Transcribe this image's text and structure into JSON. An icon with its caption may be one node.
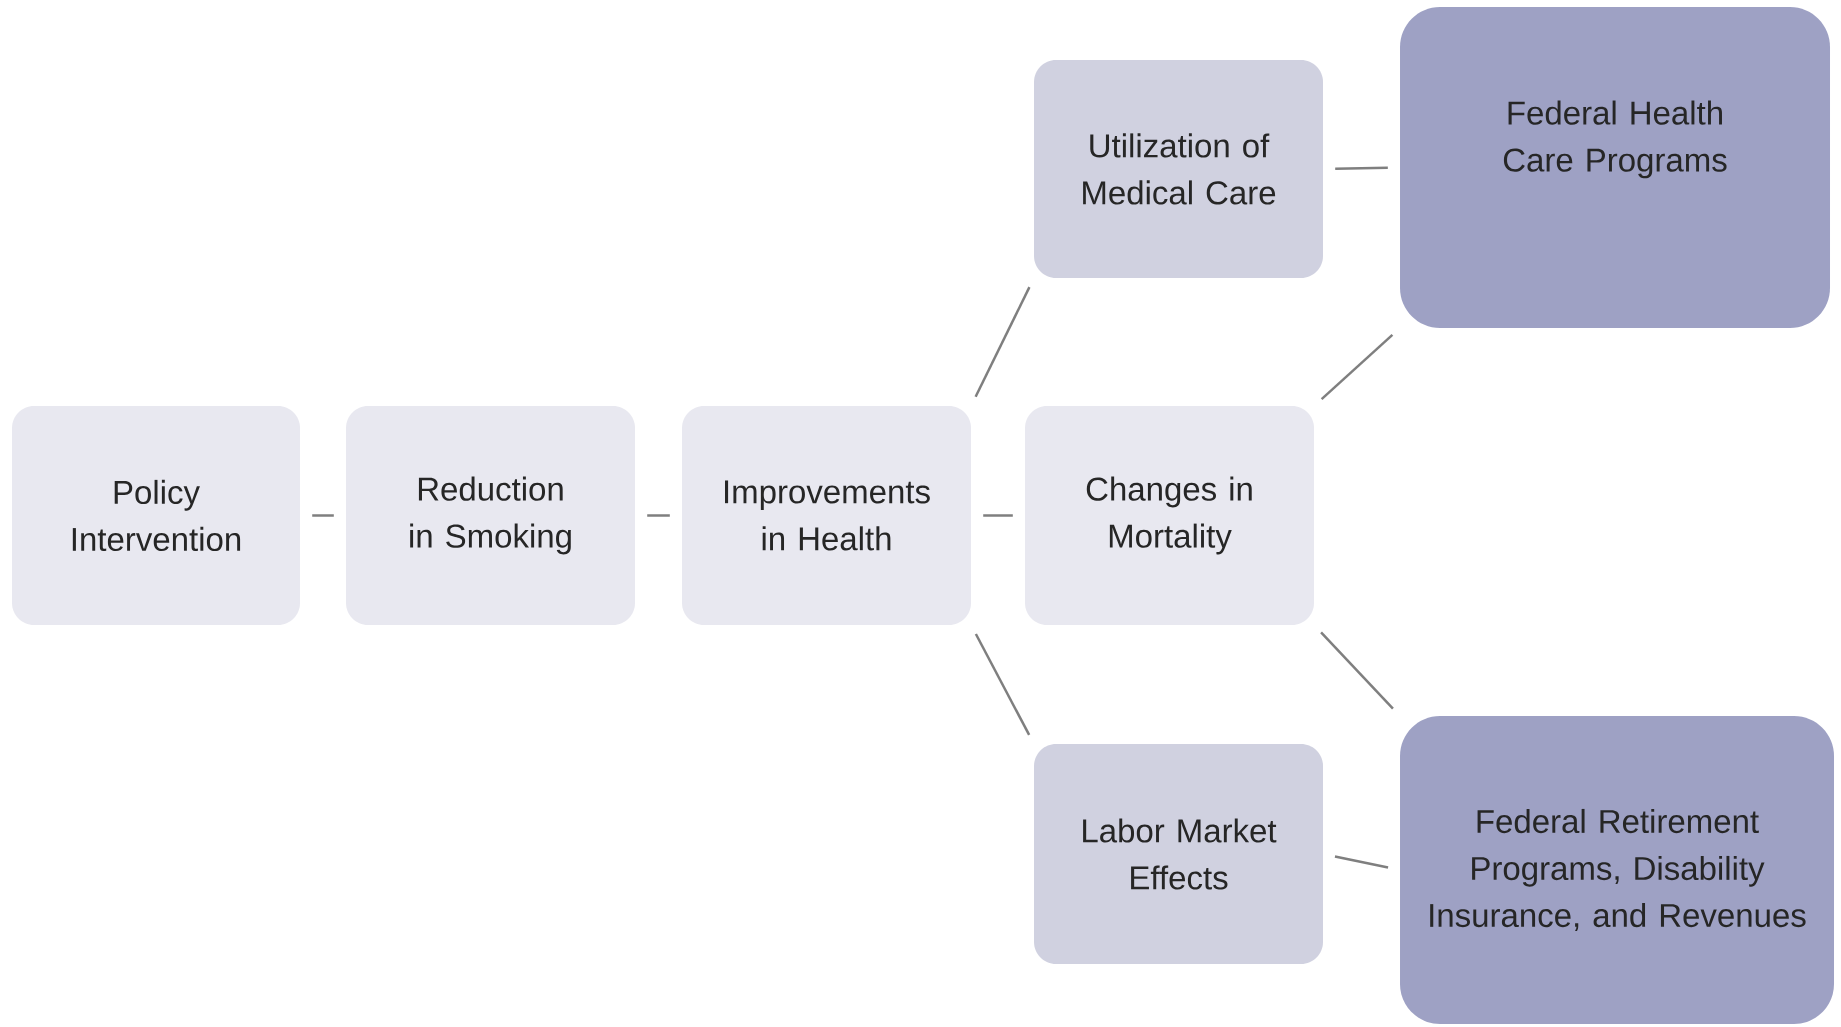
{
  "diagram": {
    "nodes": [
      {
        "text": [
          "Policy Intervention"
        ]
      },
      {
        "text": [
          "Reduction in Smoking"
        ]
      },
      {
        "text": [
          "Improvements in Health"
        ]
      },
      {
        "text": [
          "Utilization of Medical Care"
        ]
      },
      {
        "text": [
          "Changes in Mortality"
        ]
      },
      {
        "text": [
          "Labor Market Effects"
        ]
      },
      {
        "text": [
          "Federal Health Care Programs"
        ]
      },
      {
        "text": [
          "Federal Retirement Programs, Disability Insurance, and Revenues"
        ]
      }
    ],
    "edges": [
      {
        "from": 0,
        "to": 1,
        "arrow": "none"
      },
      {
        "from": 1,
        "to": 2,
        "arrow": "none"
      },
      {
        "from": 2,
        "to": 3,
        "arrow": "none"
      },
      {
        "from": 2,
        "to": 4,
        "arrow": "none"
      },
      {
        "from": 2,
        "to": 5,
        "arrow": "none"
      },
      {
        "from": 3,
        "to": 6,
        "arrow": "none"
      },
      {
        "from": 4,
        "to": 6,
        "arrow": "none"
      },
      {
        "from": 4,
        "to": 7,
        "arrow": "none"
      },
      {
        "from": 5,
        "to": 7,
        "arrow": "none"
      }
    ]
  }
}
